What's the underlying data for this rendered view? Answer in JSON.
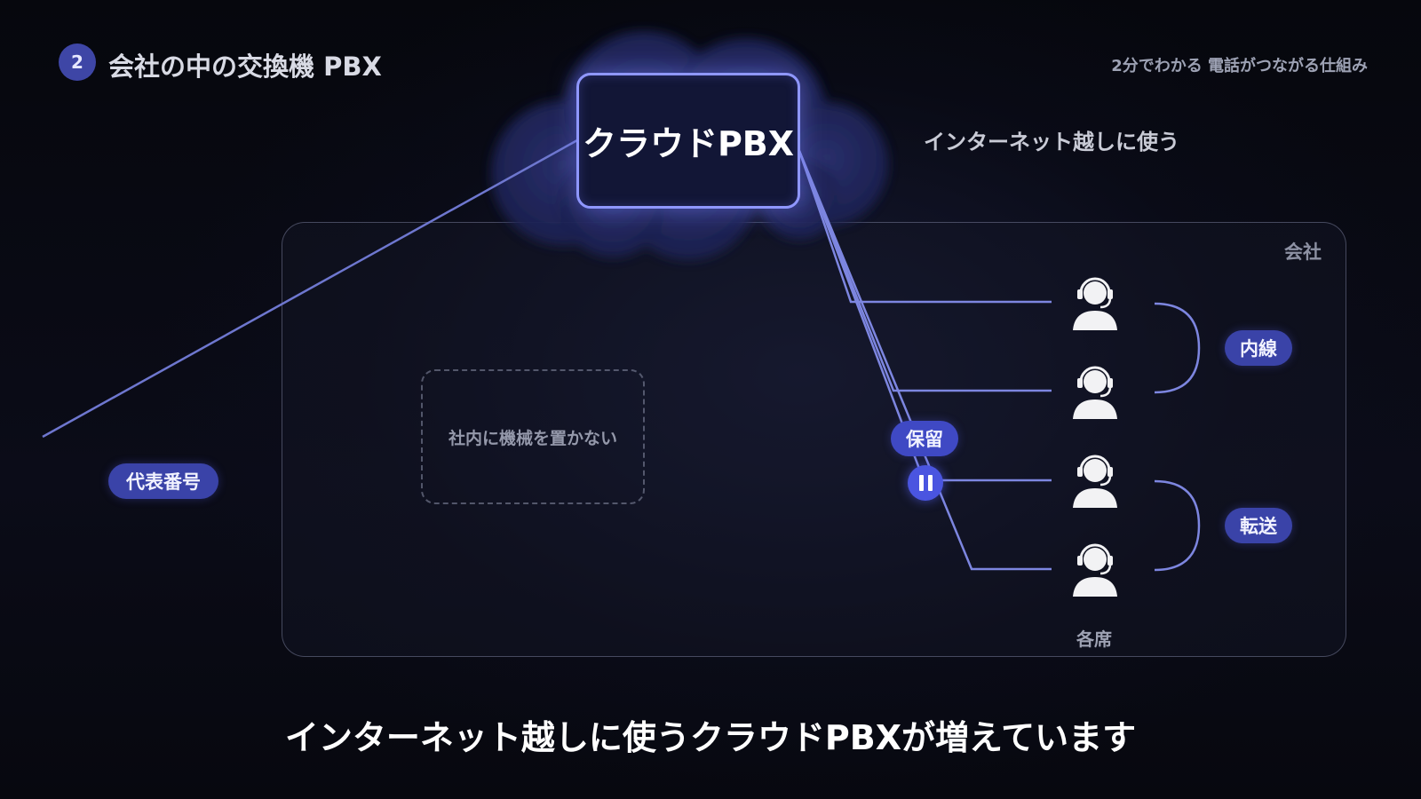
{
  "header": {
    "step_number": "2",
    "title": "会社の中の交換機 PBX",
    "series_title": "2分でわかる 電話がつながる仕組み"
  },
  "diagram": {
    "cloud_pbx_label": "クラウドPBX",
    "internet_note": "インターネット越しに使う",
    "company_label": "会社",
    "no_machine_note": "社内に機械を置かない",
    "main_number_label": "代表番号",
    "hold_label": "保留",
    "extension_label": "内線",
    "transfer_label": "転送",
    "seats_label": "各席",
    "agent_count": 4
  },
  "caption": "インターネット越しに使うクラウドPBXが増えています",
  "colors": {
    "accent_blue": "#3a43a8",
    "line_blue": "#7d86e0",
    "pbx_border": "#8f97ff"
  },
  "icons": {
    "agent": "headset-person-icon",
    "hold": "pause-icon"
  }
}
